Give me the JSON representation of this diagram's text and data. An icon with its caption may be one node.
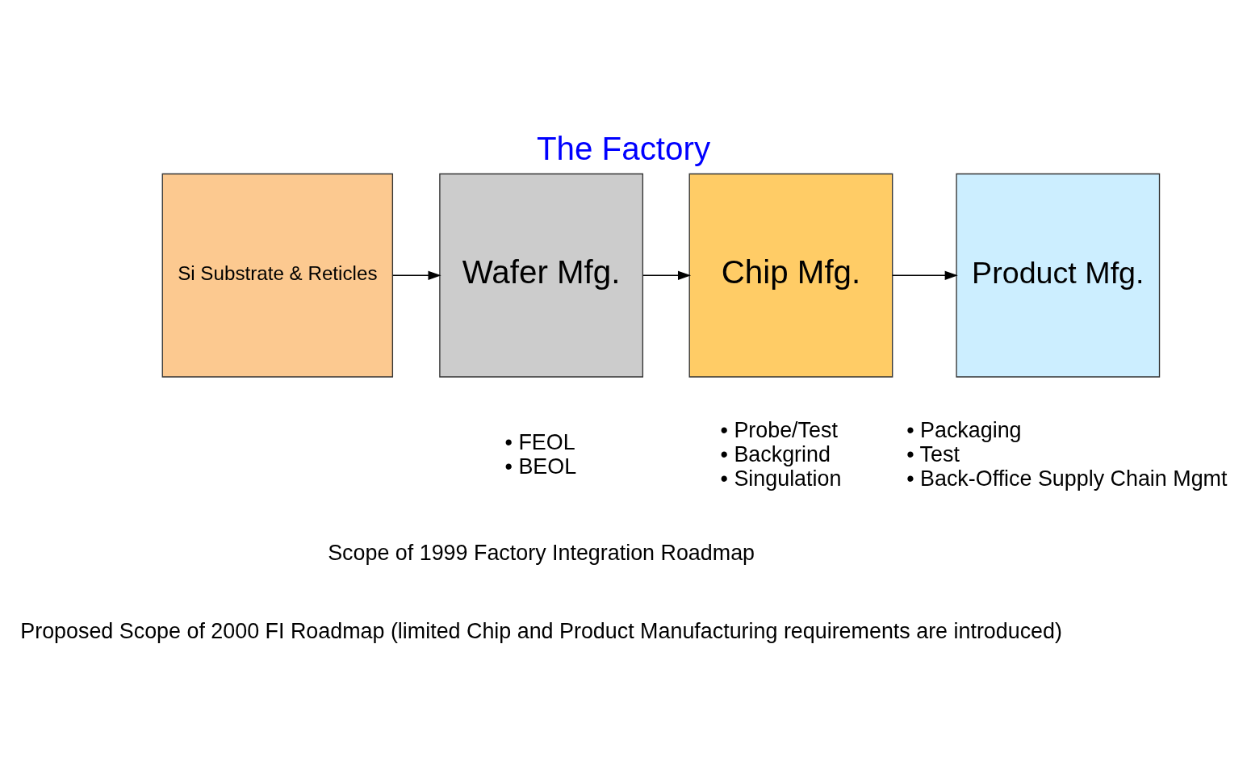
{
  "diagram": {
    "title": "The Factory",
    "nodes": [
      {
        "text": [
          "Si Substrate & Reticles"
        ]
      },
      {
        "text": [
          "Wafer Mfg."
        ],
        "beside": [
          "• FEOL",
          "• BEOL"
        ]
      },
      {
        "text": [
          "Chip Mfg."
        ],
        "beside": [
          "• Probe/Test",
          "• Backgrind",
          "• Singulation"
        ]
      },
      {
        "text": [
          "Product Mfg."
        ],
        "beside": [
          "• Packaging",
          "• Test",
          "• Back-Office Supply Chain Mgmt"
        ]
      }
    ],
    "edges": [
      {
        "from": 0,
        "to": 1,
        "arrow": "to"
      },
      {
        "from": 1,
        "to": 2,
        "arrow": "to"
      },
      {
        "from": 2,
        "to": 3,
        "arrow": "to"
      }
    ],
    "labels": [
      "Scope of 1999 Factory Integration Roadmap",
      "Proposed Scope of 2000 FI Roadmap (limited Chip and Product Manufacturing requirements are introduced)"
    ]
  }
}
